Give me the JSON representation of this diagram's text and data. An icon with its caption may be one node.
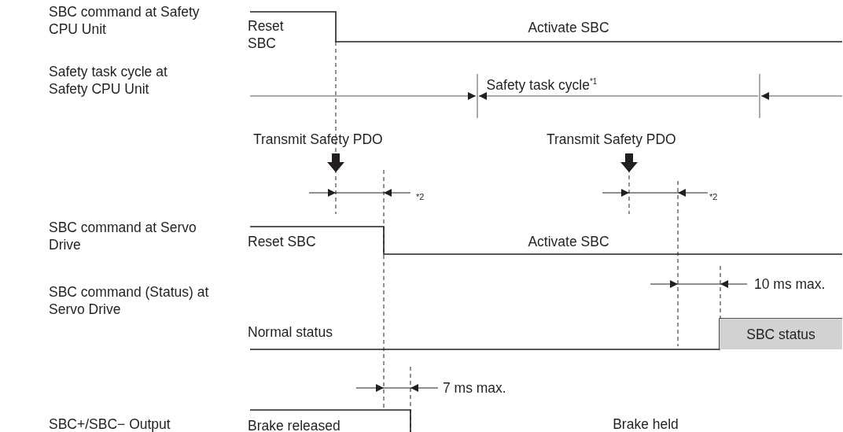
{
  "diagram": {
    "nodes": [
      {
        "text": [
          "SBC status"
        ]
      }
    ],
    "edges": [],
    "labels": [
      "SBC command at Safety CPU Unit",
      "Reset SBC",
      "Activate SBC",
      "Safety task cycle at Safety CPU Unit",
      "Safety task cycle$^{*1}$",
      "Transmit Safety PDO",
      "Transmit Safety PDO",
      "*2",
      "*2",
      "SBC command at Servo Drive",
      "Reset SBC",
      "Activate SBC",
      "10 ms max.",
      "SBC command (Status) at Servo Drive",
      "Normal status",
      "7 ms max.",
      "SBC+/SBC− Output",
      "Brake released",
      "Brake held"
    ]
  }
}
